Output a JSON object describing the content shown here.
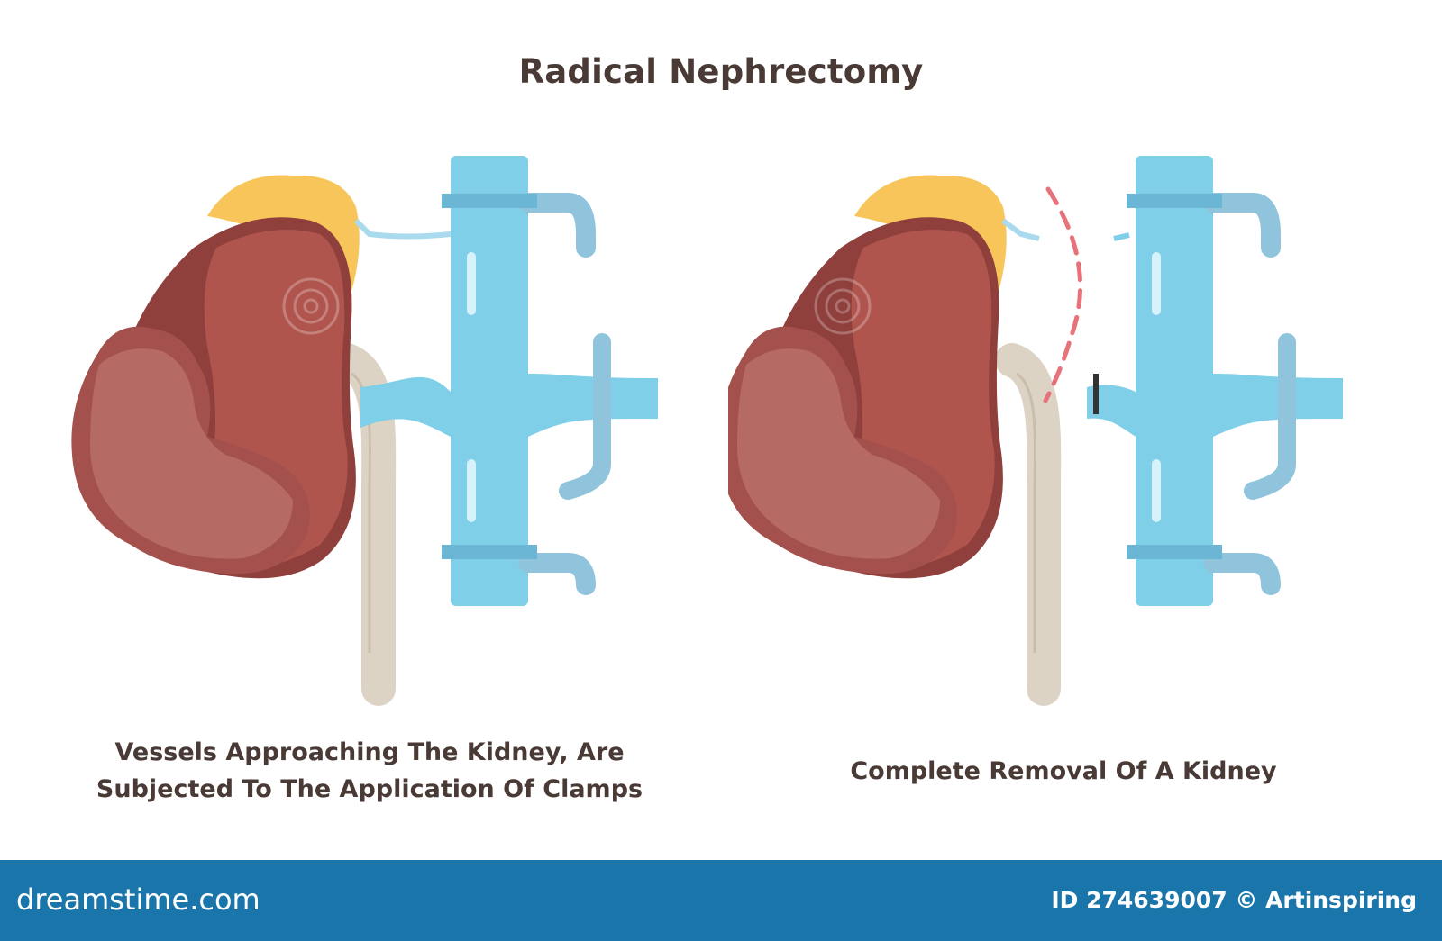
{
  "title": "Radical Nephrectomy",
  "panels": [
    {
      "caption_lines": [
        "Vessels Approaching The Kidney, Are",
        "Subjected To The Application Of Clamps"
      ]
    },
    {
      "caption_lines": [
        "Complete Removal Of A Kidney"
      ]
    }
  ],
  "footer": {
    "brand": "dreamstime.com",
    "id_text": "ID 274639007 © Artinspiring"
  },
  "colors": {
    "kidney": "#b0554e",
    "kidney_dark": "#8f3f3c",
    "tumor": "#a4504c",
    "adrenal": "#f7c55a",
    "vessel": "#7fcfe9",
    "ureter": "#ddd3c5",
    "cut_line": "#e8727a",
    "footer_bg": "#1a76aa"
  }
}
